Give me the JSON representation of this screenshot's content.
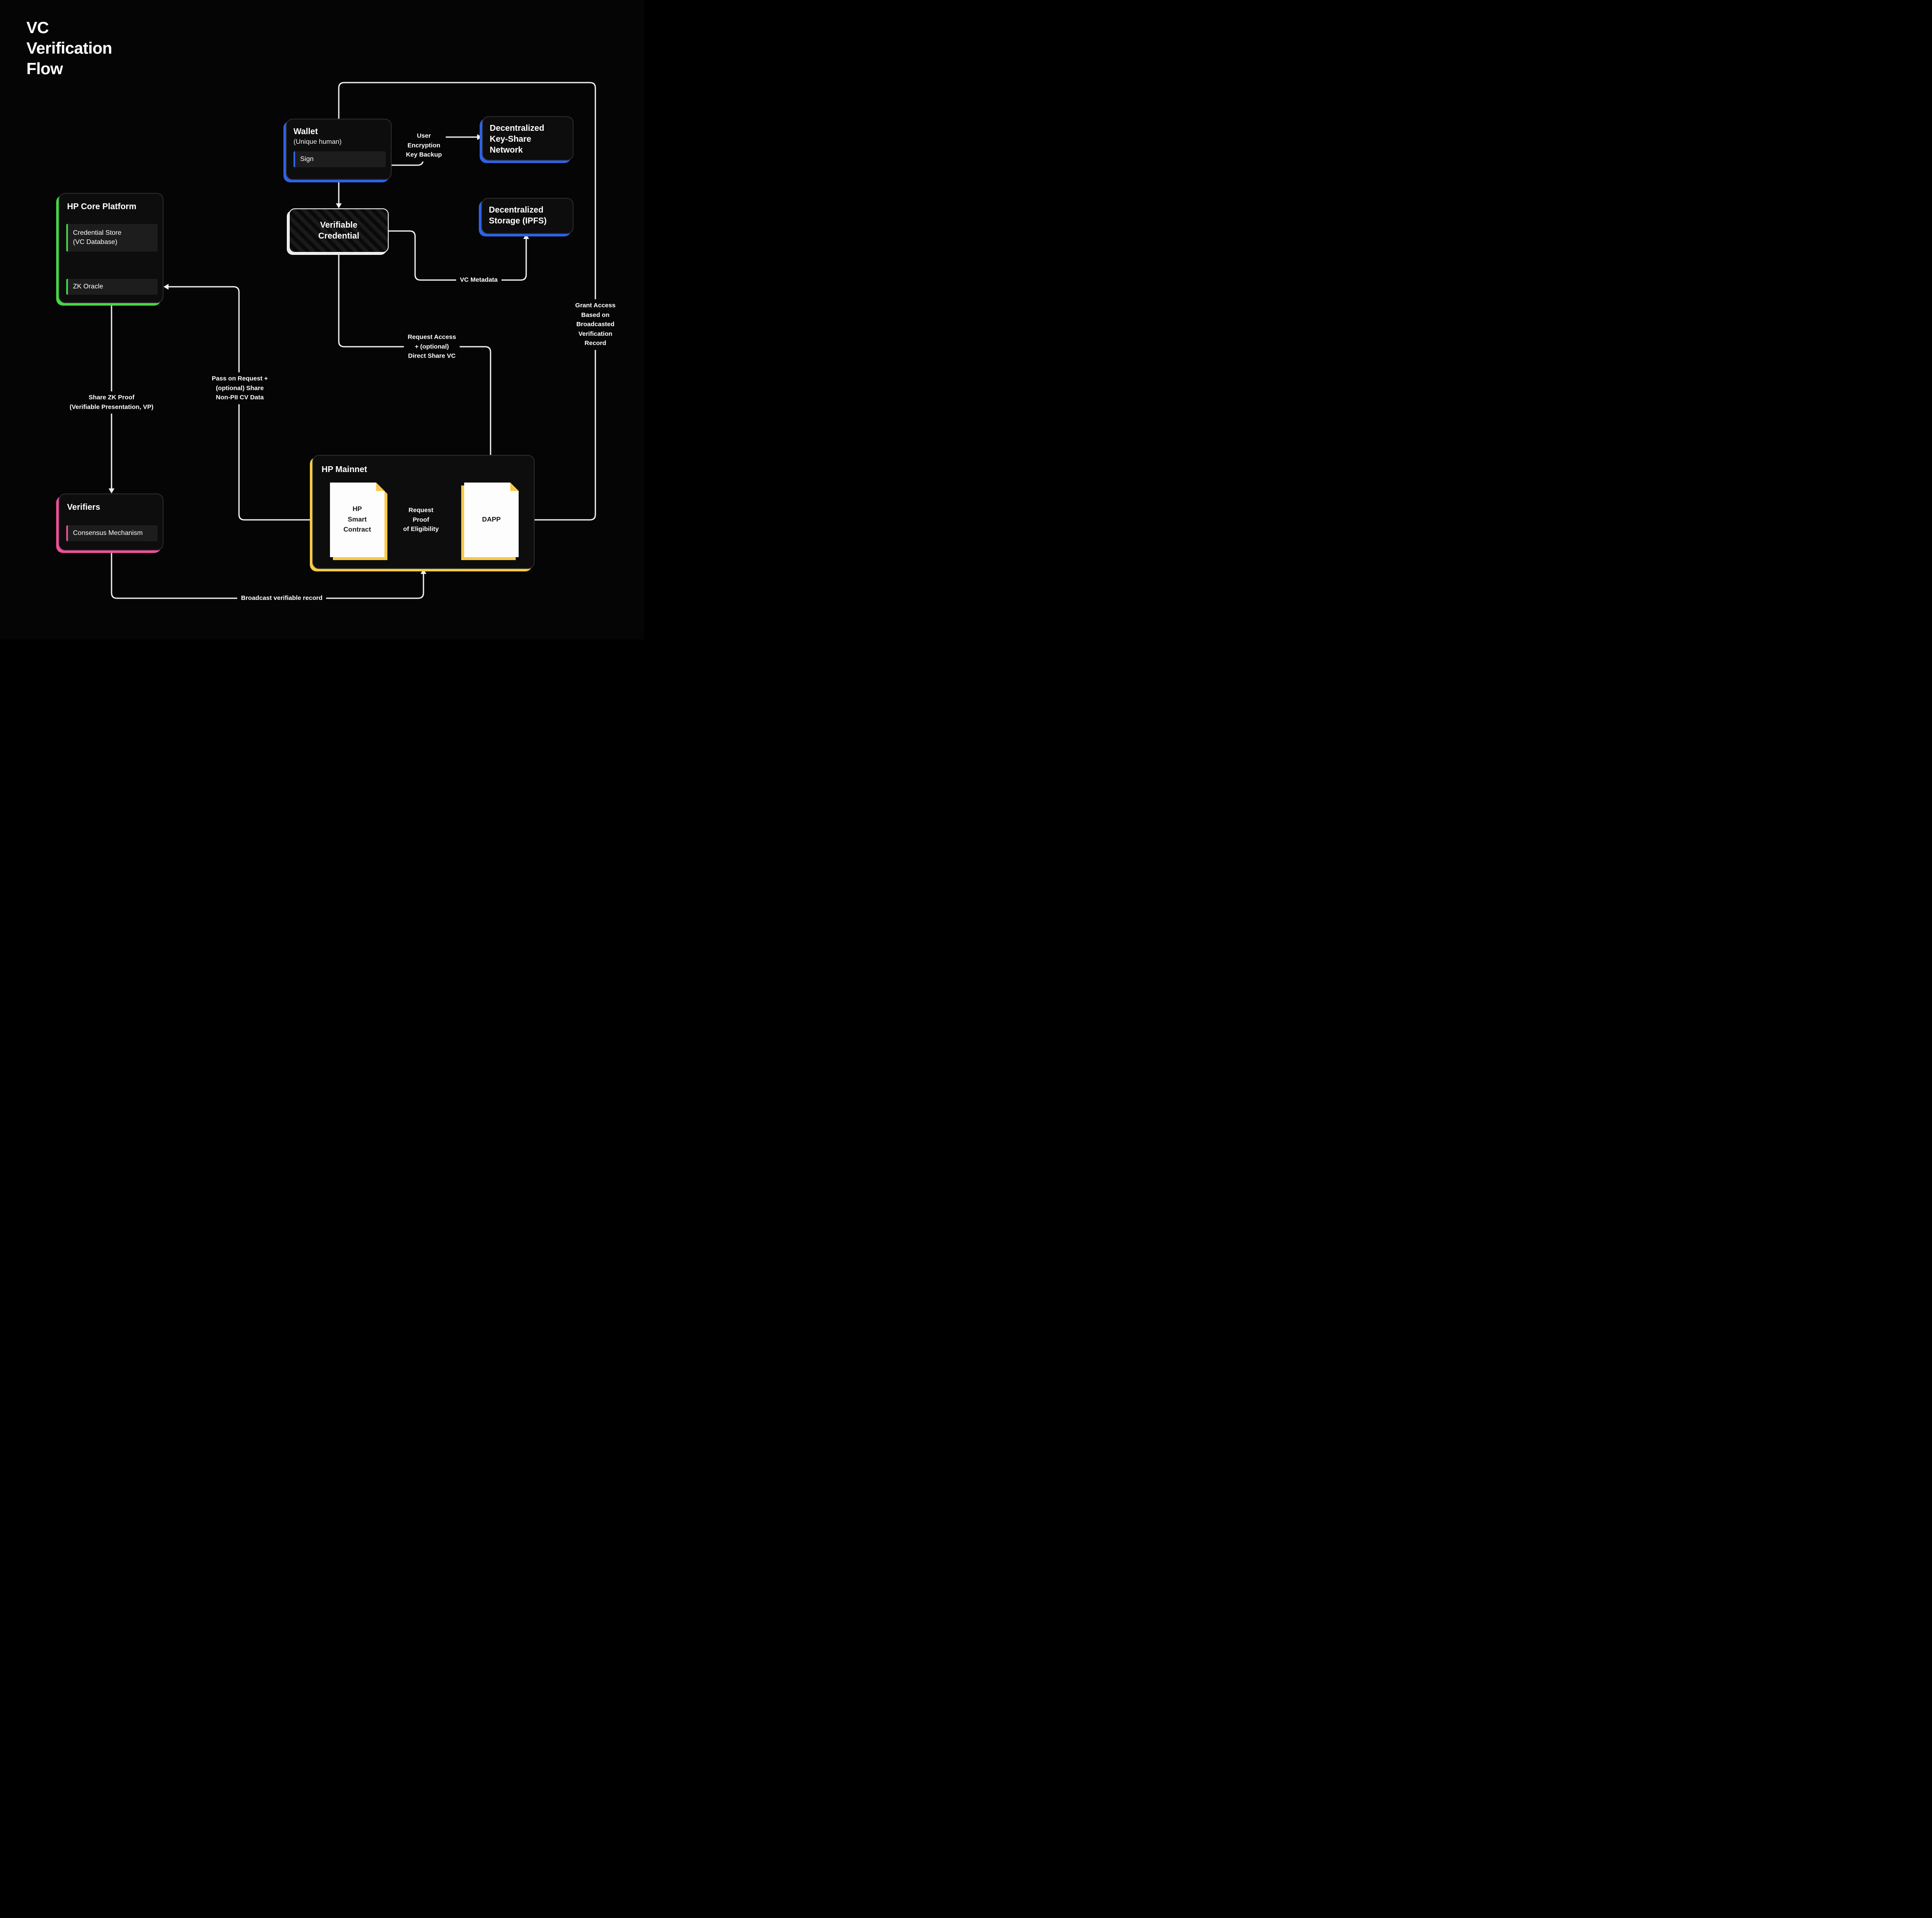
{
  "page": {
    "title": "VC\nVerification\nFlow"
  },
  "colors": {
    "blue": "#2e62e8",
    "green": "#45d845",
    "pink": "#f04f98",
    "yellow": "#f6c94a",
    "line": "#f2f2f2",
    "bg": "#050505"
  },
  "nodes": {
    "wallet": {
      "title": "Wallet",
      "subtitle": "(Unique human)",
      "item": "Sign"
    },
    "keyshare": {
      "label": "Decentralized\nKey-Share\nNetwork"
    },
    "storage": {
      "label": "Decentralized\nStorage (IPFS)"
    },
    "vc": {
      "label": "Verifiable\nCredential"
    },
    "hp_core": {
      "title": "HP Core Platform",
      "items": [
        {
          "label": "Credential Store\n(VC Database)"
        },
        {
          "label": "ZK Oracle"
        }
      ]
    },
    "verifiers": {
      "title": "Verifiers",
      "items": [
        {
          "label": "Consensus Mechanism"
        }
      ]
    },
    "mainnet": {
      "title": "HP Mainnet",
      "docs": [
        {
          "label": "HP\nSmart\nContract"
        },
        {
          "label": "DAPP"
        }
      ]
    }
  },
  "edges": {
    "user_key_backup": "User\nEncryption\nKey Backup",
    "vc_metadata": "VC Metadata",
    "grant_access": "Grant Access\nBased on Broadcasted\nVerification Record",
    "request_access": "Request Access\n+ (optional)\nDirect Share VC",
    "pass_on_request": "Pass on Request +\n(optional) Share\nNon-PII CV Data",
    "share_zk_proof": "Share ZK Proof\n(Verifiable Presentation, VP)",
    "request_proof": "Request\nProof\nof Eligibility",
    "broadcast": "Broadcast verifiable record"
  }
}
